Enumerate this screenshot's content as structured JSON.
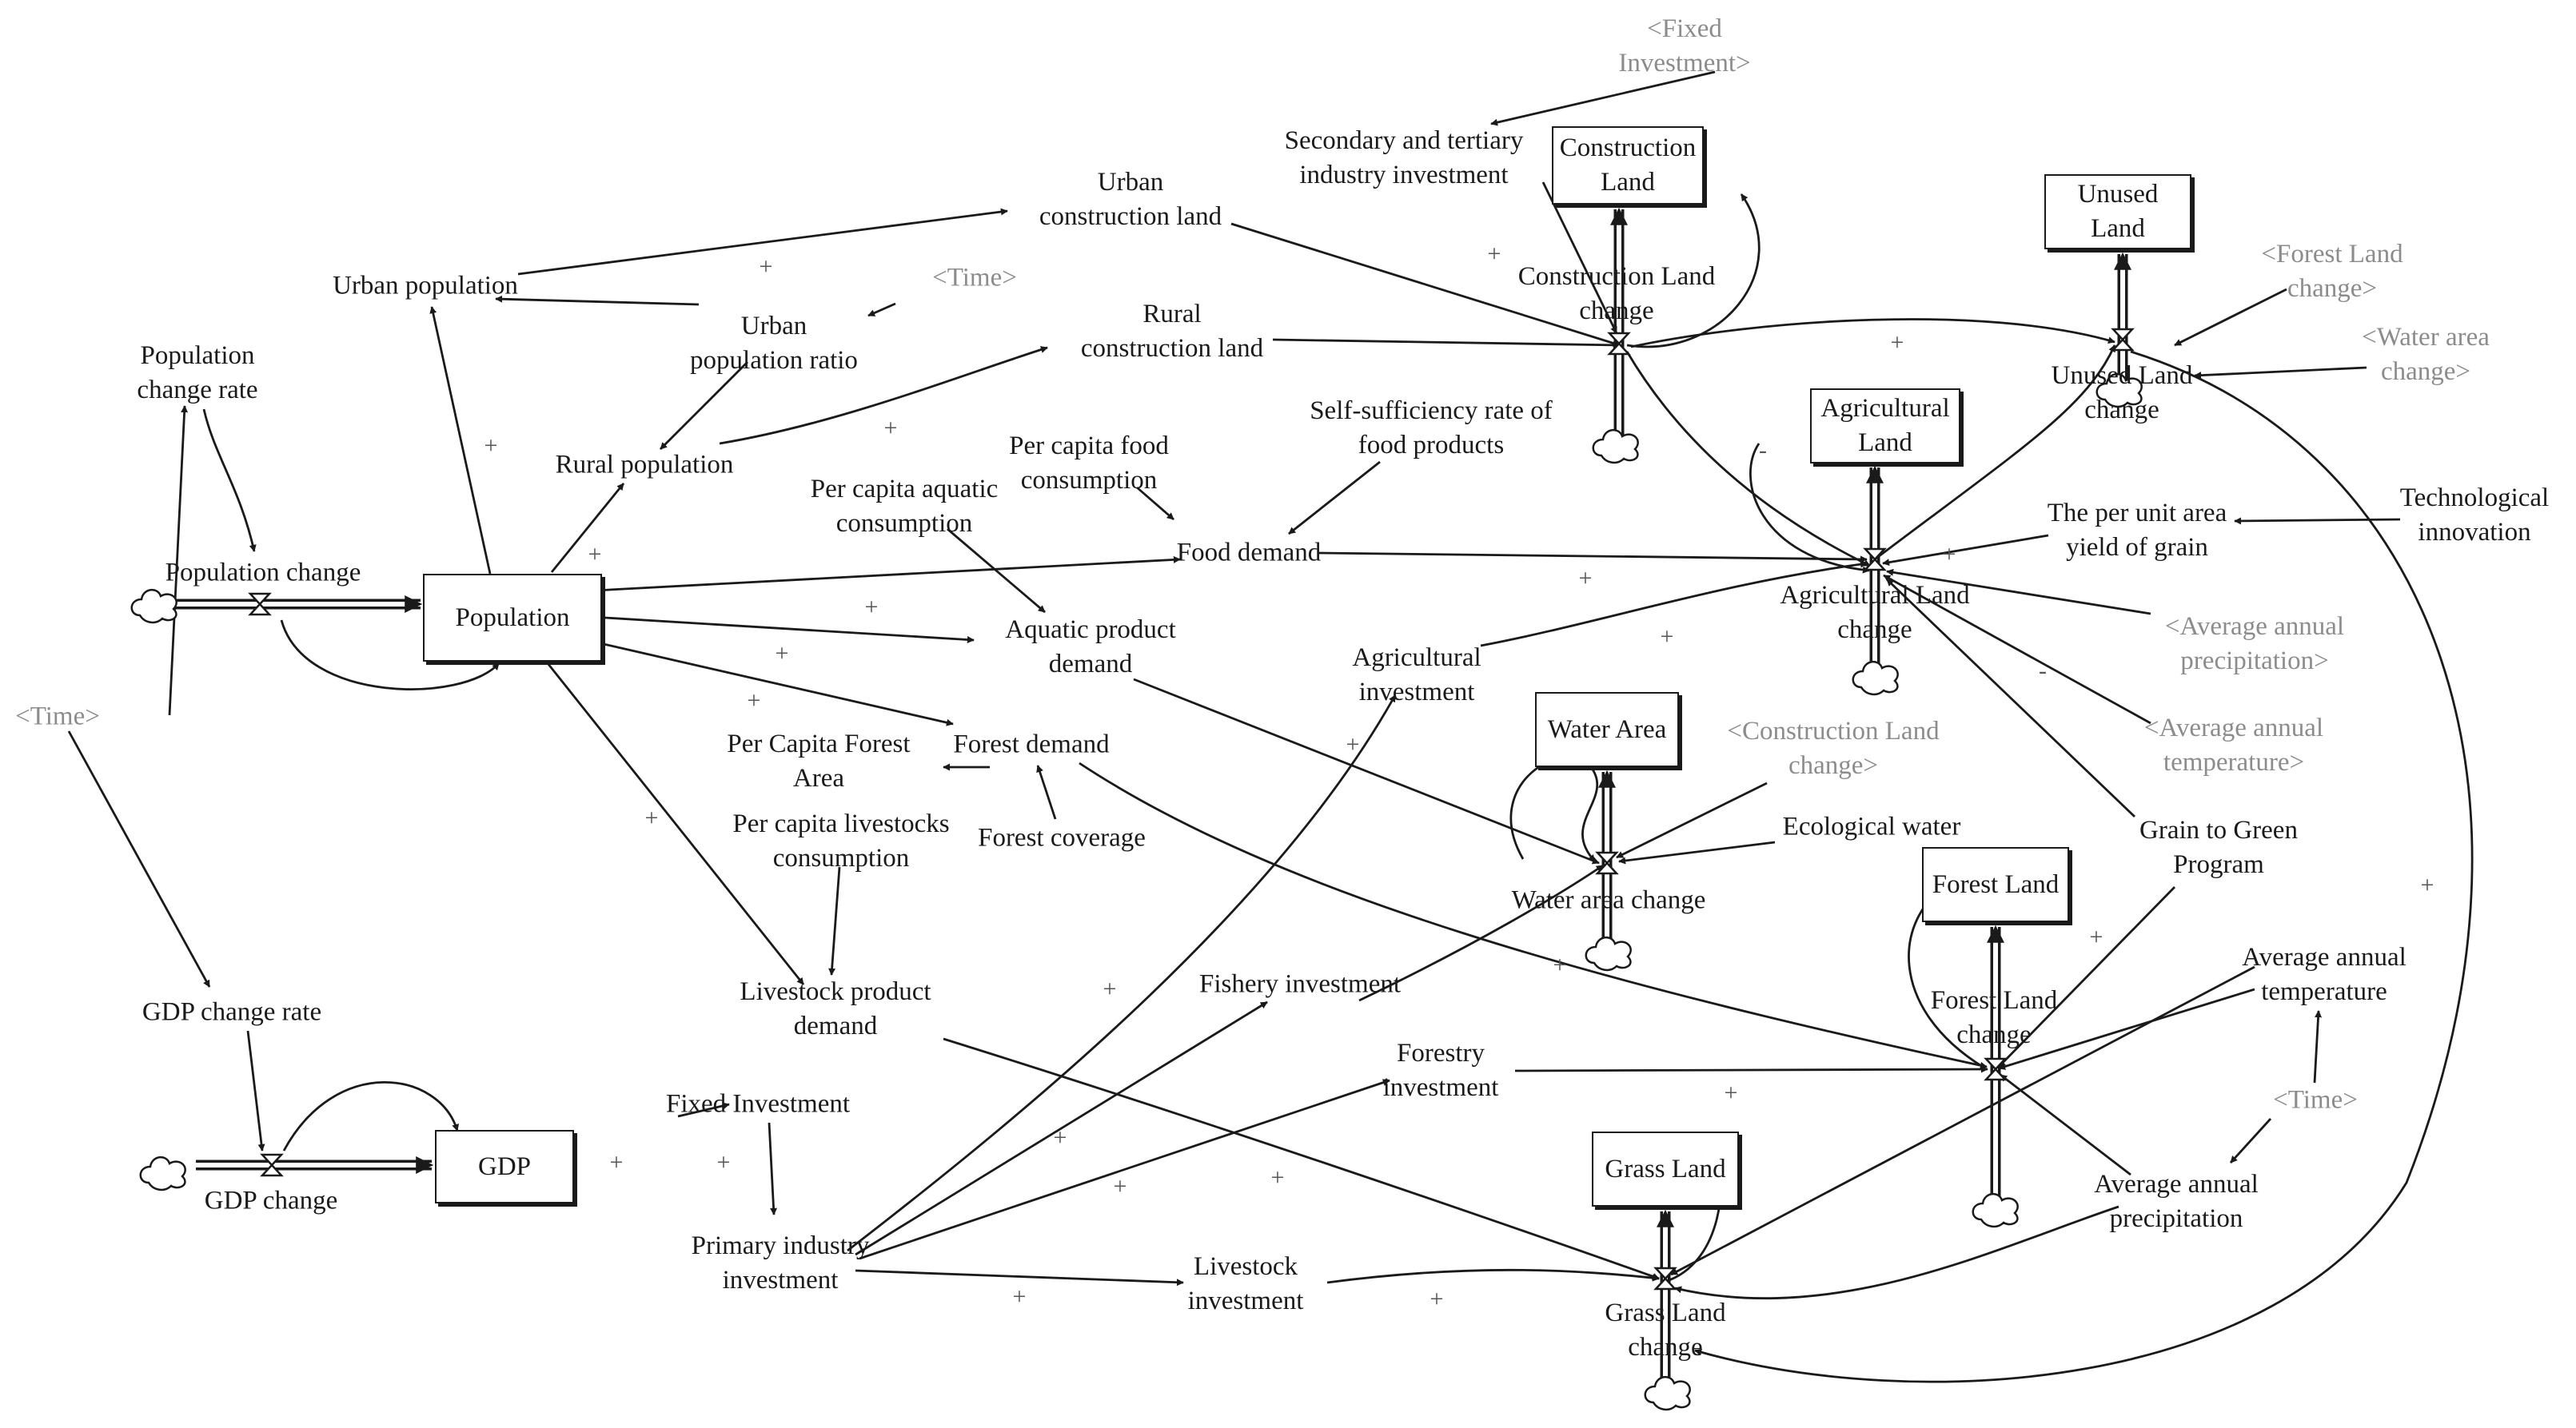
{
  "colors": {
    "ink": "#1a1a1a",
    "shadow_text": "#8c8c8c",
    "background": "#ffffff"
  },
  "stocks": {
    "population": "Population",
    "gdp": "GDP",
    "construction_land": "Construction\nLand",
    "unused_land": "Unused\nLand",
    "agricultural_land": "Agricultural\nLand",
    "water_area": "Water Area",
    "forest_land": "Forest Land",
    "grass_land": "Grass Land"
  },
  "variables": {
    "population_change_rate": "Population\nchange rate",
    "population_change": "Population change",
    "urban_population": "Urban population",
    "urban_population_ratio": "Urban\npopulation ratio",
    "rural_population": "Rural population",
    "urban_construction_land": "Urban\nconstruction land",
    "rural_construction_land": "Rural\nconstruction land",
    "secondary_tertiary_investment": "Secondary and tertiary\nindustry investment",
    "construction_land_change": "Construction Land\nchange",
    "unused_land_change": "Unused Land\nchange",
    "self_sufficiency_rate": "Self-sufficiency rate of\nfood products",
    "per_capita_food_consumption": "Per capita food\nconsumption",
    "per_capita_aquatic_consumption": "Per capita aquatic\nconsumption",
    "food_demand": "Food demand",
    "aquatic_product_demand": "Aquatic product\ndemand",
    "agricultural_land_change": "Agricultural Land\nchange",
    "per_unit_area_yield": "The per unit area\nyield of grain",
    "technological_innovation": "Technological\ninnovation",
    "agricultural_investment": "Agricultural\ninvestment",
    "per_capita_forest_area": "Per Capita Forest\nArea",
    "forest_demand": "Forest demand",
    "forest_coverage": "Forest coverage",
    "per_capita_livestocks_consumption": "Per capita livestocks\nconsumption",
    "livestock_product_demand": "Livestock product\ndemand",
    "water_area_change": "Water area change",
    "ecological_water": "Ecological water",
    "grain_to_green_program": "Grain to Green\nProgram",
    "average_annual_temperature": "Average annual\ntemperature",
    "average_annual_precipitation": "Average annual\nprecipitation",
    "forest_land_change": "Forest Land\nchange",
    "gdp_change_rate": "GDP change rate",
    "gdp_change": "GDP change",
    "fixed_investment": "Fixed Investment",
    "primary_industry_investment": "Primary industry\ninvestment",
    "fishery_investment": "Fishery investment",
    "forestry_investment": "Forestry\ninvestment",
    "livestock_investment": "Livestock\ninvestment",
    "grass_land_change": "Grass Land\nchange"
  },
  "shadow_variables": {
    "time_left": "<Time>",
    "time_top": "<Time>",
    "time_right": "<Time>",
    "fixed_investment_shadow": "<Fixed\nInvestment>",
    "forest_land_change_shadow": "<Forest Land\nchange>",
    "water_area_change_shadow": "<Water area\nchange>",
    "avg_precip_shadow": "<Average annual\nprecipitation>",
    "avg_temp_shadow": "<Average annual\ntemperature>",
    "construction_land_change_shadow": "<Construction Land\nchange>"
  },
  "polarity": {
    "plus": "+",
    "minus": "-"
  }
}
